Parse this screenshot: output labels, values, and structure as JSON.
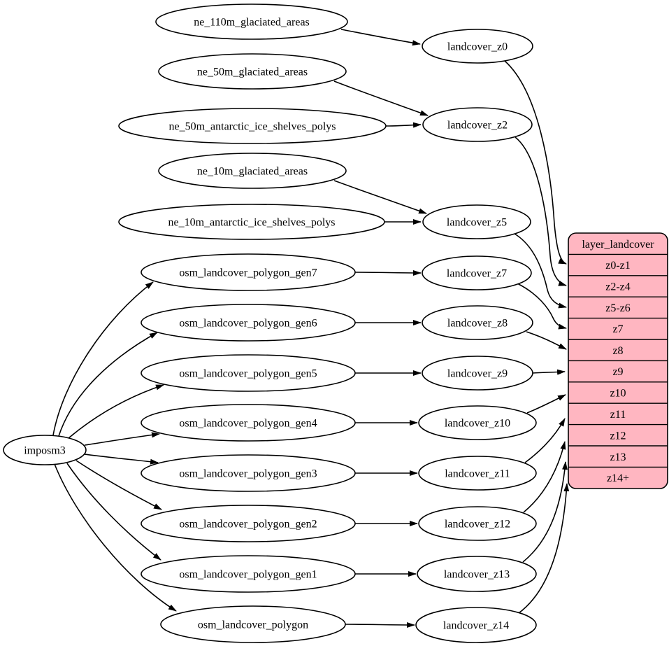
{
  "diagram": {
    "kind": "graphviz-dependency-diagram",
    "background": "#ffffff",
    "edge_color": "#000000",
    "node_fill": "#ffffff",
    "node_stroke": "#000000"
  },
  "nodes": {
    "importer": "imposm3",
    "sources": [
      "ne_110m_glaciated_areas",
      "ne_50m_glaciated_areas",
      "ne_50m_antarctic_ice_shelves_polys",
      "ne_10m_glaciated_areas",
      "ne_10m_antarctic_ice_shelves_polys",
      "osm_landcover_polygon_gen7",
      "osm_landcover_polygon_gen6",
      "osm_landcover_polygon_gen5",
      "osm_landcover_polygon_gen4",
      "osm_landcover_polygon_gen3",
      "osm_landcover_polygon_gen2",
      "osm_landcover_polygon_gen1",
      "osm_landcover_polygon"
    ],
    "layers": [
      "landcover_z0",
      "landcover_z2",
      "landcover_z5",
      "landcover_z7",
      "landcover_z8",
      "landcover_z9",
      "landcover_z10",
      "landcover_z11",
      "landcover_z12",
      "landcover_z13",
      "landcover_z14"
    ]
  },
  "table": {
    "title": "layer_landcover",
    "fill": "#ffb6c1",
    "border": "#000000",
    "rows": [
      "z0-z1",
      "z2-z4",
      "z5-z6",
      "z7",
      "z8",
      "z9",
      "z10",
      "z11",
      "z12",
      "z13",
      "z14+"
    ]
  },
  "edges": [
    {
      "from": "ne_110m_glaciated_areas",
      "to": "landcover_z0"
    },
    {
      "from": "ne_50m_glaciated_areas",
      "to": "landcover_z2"
    },
    {
      "from": "ne_50m_antarctic_ice_shelves_polys",
      "to": "landcover_z2"
    },
    {
      "from": "ne_10m_glaciated_areas",
      "to": "landcover_z5"
    },
    {
      "from": "ne_10m_antarctic_ice_shelves_polys",
      "to": "landcover_z5"
    },
    {
      "from": "imposm3",
      "to": "osm_landcover_polygon_gen7"
    },
    {
      "from": "imposm3",
      "to": "osm_landcover_polygon_gen6"
    },
    {
      "from": "imposm3",
      "to": "osm_landcover_polygon_gen5"
    },
    {
      "from": "imposm3",
      "to": "osm_landcover_polygon_gen4"
    },
    {
      "from": "imposm3",
      "to": "osm_landcover_polygon_gen3"
    },
    {
      "from": "imposm3",
      "to": "osm_landcover_polygon_gen2"
    },
    {
      "from": "imposm3",
      "to": "osm_landcover_polygon_gen1"
    },
    {
      "from": "imposm3",
      "to": "osm_landcover_polygon"
    },
    {
      "from": "osm_landcover_polygon_gen7",
      "to": "landcover_z7"
    },
    {
      "from": "osm_landcover_polygon_gen6",
      "to": "landcover_z8"
    },
    {
      "from": "osm_landcover_polygon_gen5",
      "to": "landcover_z9"
    },
    {
      "from": "osm_landcover_polygon_gen4",
      "to": "landcover_z10"
    },
    {
      "from": "osm_landcover_polygon_gen3",
      "to": "landcover_z11"
    },
    {
      "from": "osm_landcover_polygon_gen2",
      "to": "landcover_z12"
    },
    {
      "from": "osm_landcover_polygon_gen1",
      "to": "landcover_z13"
    },
    {
      "from": "osm_landcover_polygon",
      "to": "landcover_z14"
    },
    {
      "from": "landcover_z0",
      "to": "layer_landcover.z0-z1"
    },
    {
      "from": "landcover_z2",
      "to": "layer_landcover.z2-z4"
    },
    {
      "from": "landcover_z5",
      "to": "layer_landcover.z5-z6"
    },
    {
      "from": "landcover_z7",
      "to": "layer_landcover.z7"
    },
    {
      "from": "landcover_z8",
      "to": "layer_landcover.z8"
    },
    {
      "from": "landcover_z9",
      "to": "layer_landcover.z9"
    },
    {
      "from": "landcover_z10",
      "to": "layer_landcover.z10"
    },
    {
      "from": "landcover_z11",
      "to": "layer_landcover.z11"
    },
    {
      "from": "landcover_z12",
      "to": "layer_landcover.z12"
    },
    {
      "from": "landcover_z13",
      "to": "layer_landcover.z13"
    },
    {
      "from": "landcover_z14",
      "to": "layer_landcover.z14+"
    }
  ]
}
